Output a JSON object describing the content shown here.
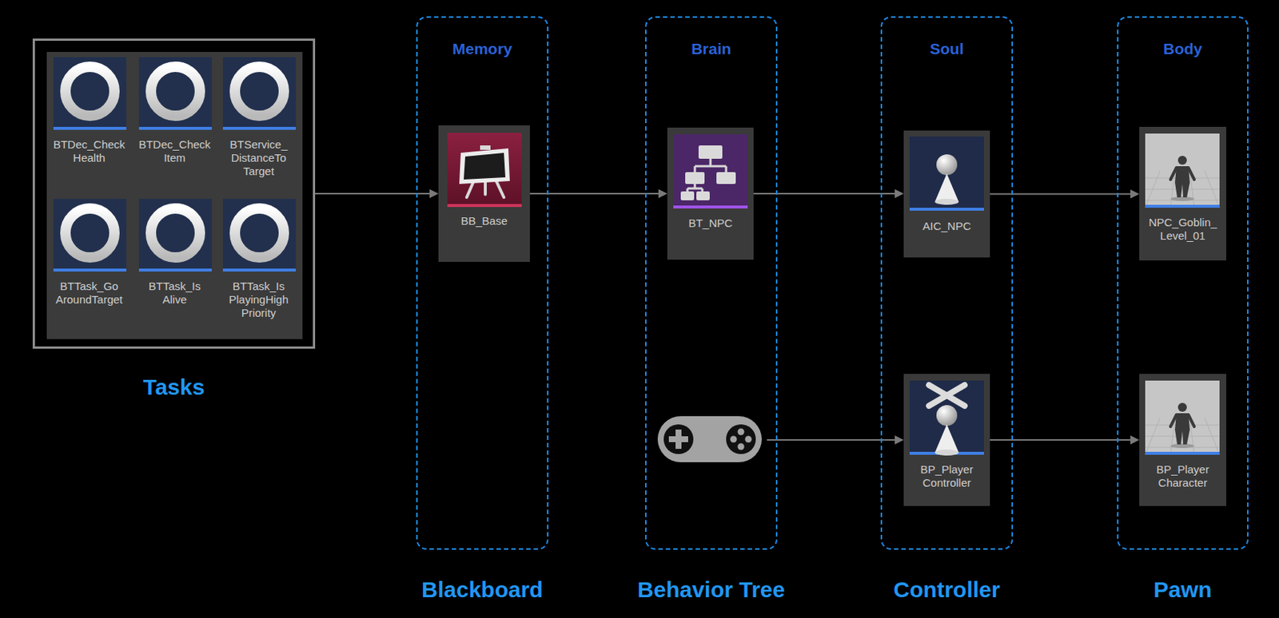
{
  "diagram": {
    "nodes": [
      {
        "text": [
          "Tasks"
        ]
      },
      {
        "text": [
          "BTDec_Check Health"
        ],
        "in": 0
      },
      {
        "text": [
          "BTDec_Check Item"
        ],
        "in": 0
      },
      {
        "text": [
          "BTService_ DistanceTo Target"
        ],
        "in": 0
      },
      {
        "text": [
          "BTTask_Go AroundTarget"
        ],
        "in": 0
      },
      {
        "text": [
          "BTTask_Is Alive"
        ],
        "in": 0
      },
      {
        "text": [
          "BTTask_Is PlayingHigh Priority"
        ],
        "in": 0
      },
      {
        "text": [
          "Memory",
          "Blackboard"
        ]
      },
      {
        "text": [
          "BB_Base"
        ],
        "in": 7
      },
      {
        "text": [
          "Brain",
          "Behavior Tree"
        ]
      },
      {
        "text": [
          "BT_NPC"
        ],
        "in": 9
      },
      {
        "text": [
          "Soul",
          "Controller"
        ]
      },
      {
        "text": [
          "AIC_NPC"
        ],
        "in": 11
      },
      {
        "text": [
          "BP_Player Controller"
        ],
        "in": 11
      },
      {
        "text": [
          "Body",
          "Pawn"
        ]
      },
      {
        "text": [
          "NPC_Goblin_ Level_01"
        ],
        "in": 14
      },
      {
        "text": [
          "BP_Player Character"
        ],
        "in": 14
      }
    ],
    "edges": [
      {
        "from": 0,
        "to": 8,
        "arrow": "to"
      },
      {
        "from": 8,
        "to": 10,
        "arrow": "to"
      },
      {
        "from": 10,
        "to": 12,
        "arrow": "to"
      },
      {
        "from": 12,
        "to": 15,
        "arrow": "to"
      },
      {
        "from": 13,
        "to": 16,
        "arrow": "to"
      }
    ]
  }
}
